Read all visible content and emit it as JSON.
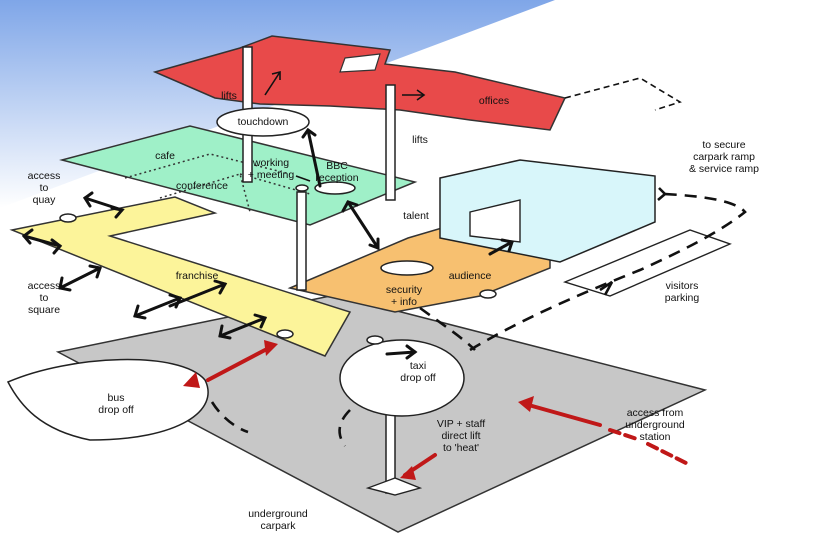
{
  "diagram": {
    "colors": {
      "sky": "#7fa6e8",
      "offices": "#e84a4a",
      "media_floor": "#9ff0c8",
      "public_level": "#fcf49a",
      "audience_level": "#f7c070",
      "building": "#d8f6fa",
      "ground": "#c7c7c7",
      "arrows": "#111111",
      "red_arrows": "#c01818"
    },
    "labels": {
      "lifts_left": "lifts",
      "touchdown": "touchdown",
      "lifts_right": "lifts",
      "offices": "offices",
      "cafe": "cafe",
      "working_meeting": "working\n+ meeting",
      "bbc_reception": "BBC\nreception",
      "conference": "conference",
      "talent": "talent",
      "to_secure": "to secure\ncarpark ramp\n& service ramp",
      "access_quay": "access\nto\nquay",
      "access_square": "access\nto\nsquare",
      "franchise": "franchise",
      "security_info": "security\n+ info",
      "audience": "audience",
      "visitors_parking": "visitors\nparking",
      "bus_drop_off": "bus\ndrop off",
      "taxi_drop_off": "taxi\ndrop off",
      "vip_staff_lift": "VIP + staff\ndirect lift\nto 'heat'",
      "access_underground": "access from\nunderground\nstation",
      "underground_carpark": "underground\ncarpark"
    }
  }
}
